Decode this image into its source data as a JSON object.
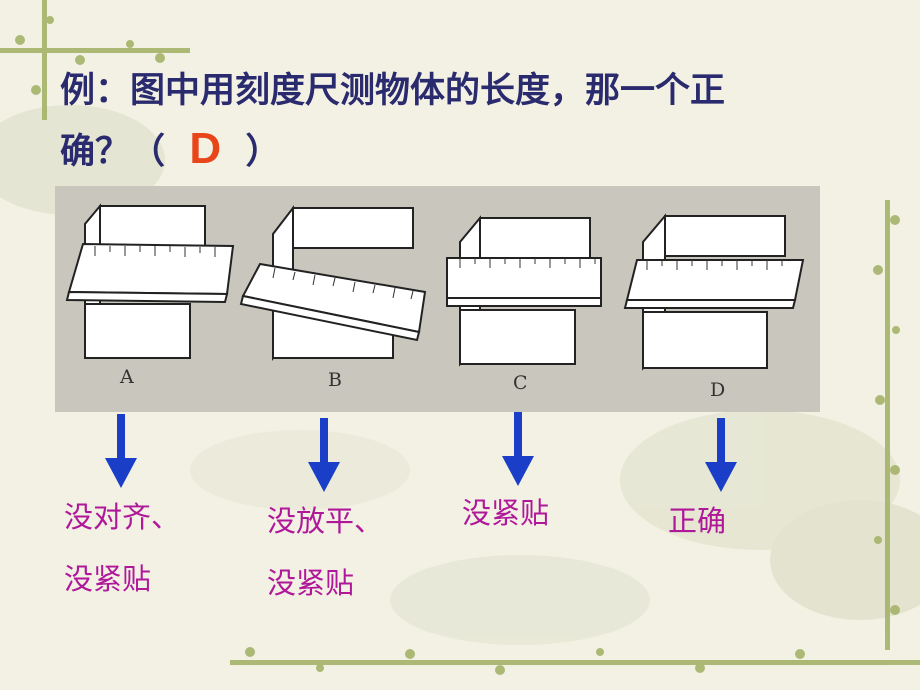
{
  "question": {
    "line1": "例：图中用刻度尺测物体的长度，那一个正",
    "line2_prefix": "确？（",
    "answer": "D",
    "line2_suffix": "）"
  },
  "figure": {
    "panels": [
      {
        "label": "A"
      },
      {
        "label": "B"
      },
      {
        "label": "C"
      },
      {
        "label": "D"
      }
    ]
  },
  "notes": [
    {
      "line1": "没对齐、",
      "line2": "没紧贴"
    },
    {
      "line1": "没放平、",
      "line2": "没紧贴"
    },
    {
      "line1": "没紧贴"
    },
    {
      "line1": "正确"
    }
  ],
  "colors": {
    "question_text": "#2a2a6e",
    "answer": "#e8461a",
    "arrow": "#1a3ec8",
    "note_text": "#b0189a"
  }
}
